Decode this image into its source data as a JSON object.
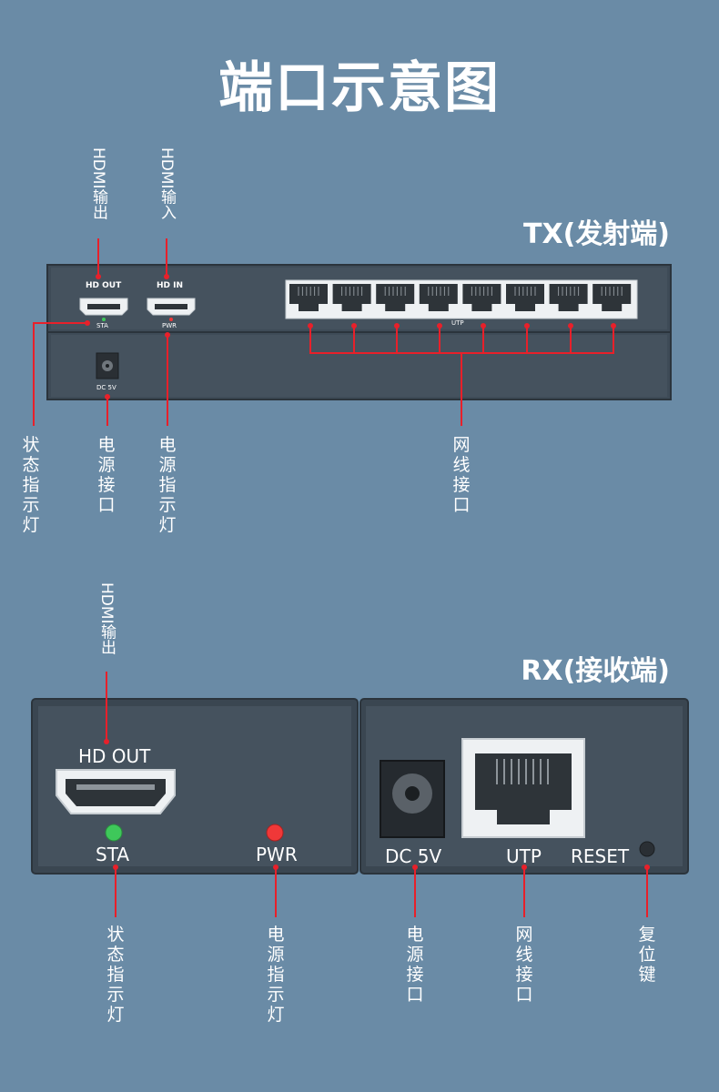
{
  "title": "端口示意图",
  "tx": {
    "heading": "TX(发射端)",
    "top_labels": {
      "hdmi_out": "HDMI输出",
      "hdmi_in": "HDMI输入"
    },
    "panel": {
      "hd_out": "HD OUT",
      "hd_in": "HD IN",
      "sta": "STA",
      "pwr": "PWR",
      "utp": "UTP",
      "dc5v": "DC 5V"
    },
    "rj45_count": 8,
    "bottom_labels": {
      "status_led": "状态指示灯",
      "power_port": "电源接口",
      "power_led": "电源指示灯",
      "network_port": "网线接口"
    }
  },
  "rx": {
    "heading": "RX(接收端)",
    "top_labels": {
      "hdmi_out": "HDMI输出"
    },
    "panel": {
      "hd_out": "HD OUT",
      "sta": "STA",
      "pwr": "PWR",
      "dc5v": "DC 5V",
      "utp": "UTP",
      "reset": "RESET"
    },
    "bottom_labels": {
      "status_led": "状态指示灯",
      "power_led": "电源指示灯",
      "power_port": "电源接口",
      "network_port": "网线接口",
      "reset_key": "复位键"
    }
  },
  "colors": {
    "background": "#6a8ba6",
    "device": "#3e4b57",
    "callout": "#e8202a",
    "led_green": "#3ec85a",
    "led_red": "#f03838"
  }
}
